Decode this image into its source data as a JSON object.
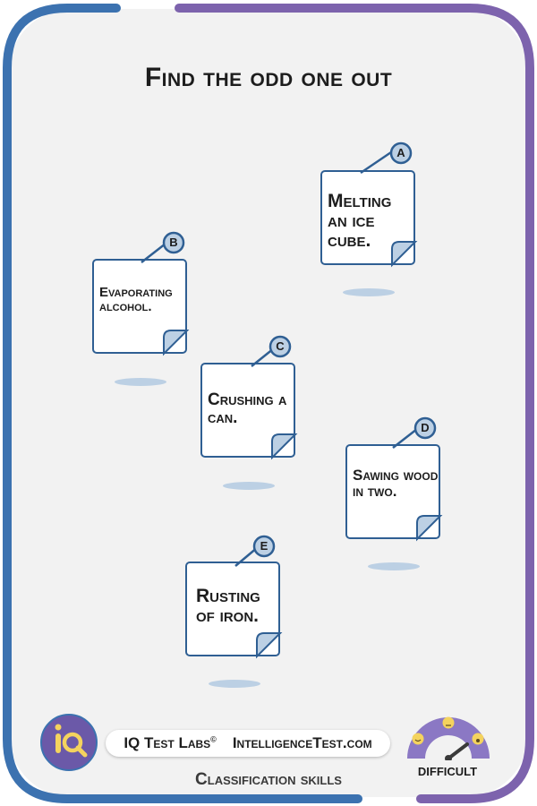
{
  "title": "Find the odd one out",
  "options": [
    {
      "letter": "A",
      "text": "Melting an ice cube."
    },
    {
      "letter": "B",
      "text": "Evaporating alcohol."
    },
    {
      "letter": "C",
      "text": "Crushing a can."
    },
    {
      "letter": "D",
      "text": "Sawing wood in two."
    },
    {
      "letter": "E",
      "text": "Rusting of iron."
    }
  ],
  "footer": {
    "brand": "IQ Test Labs",
    "copyright": "©",
    "site": "IntelligenceTest.com",
    "category": "Classification skills",
    "difficulty": "DIFFICULT"
  },
  "colors": {
    "frame_blue": "#3c72b0",
    "frame_purple": "#7d63ad",
    "note_border": "#2f5f93",
    "fold": "#bcd0e4",
    "logo_bg": "#6b59a8",
    "gauge": "#8b78c4"
  }
}
